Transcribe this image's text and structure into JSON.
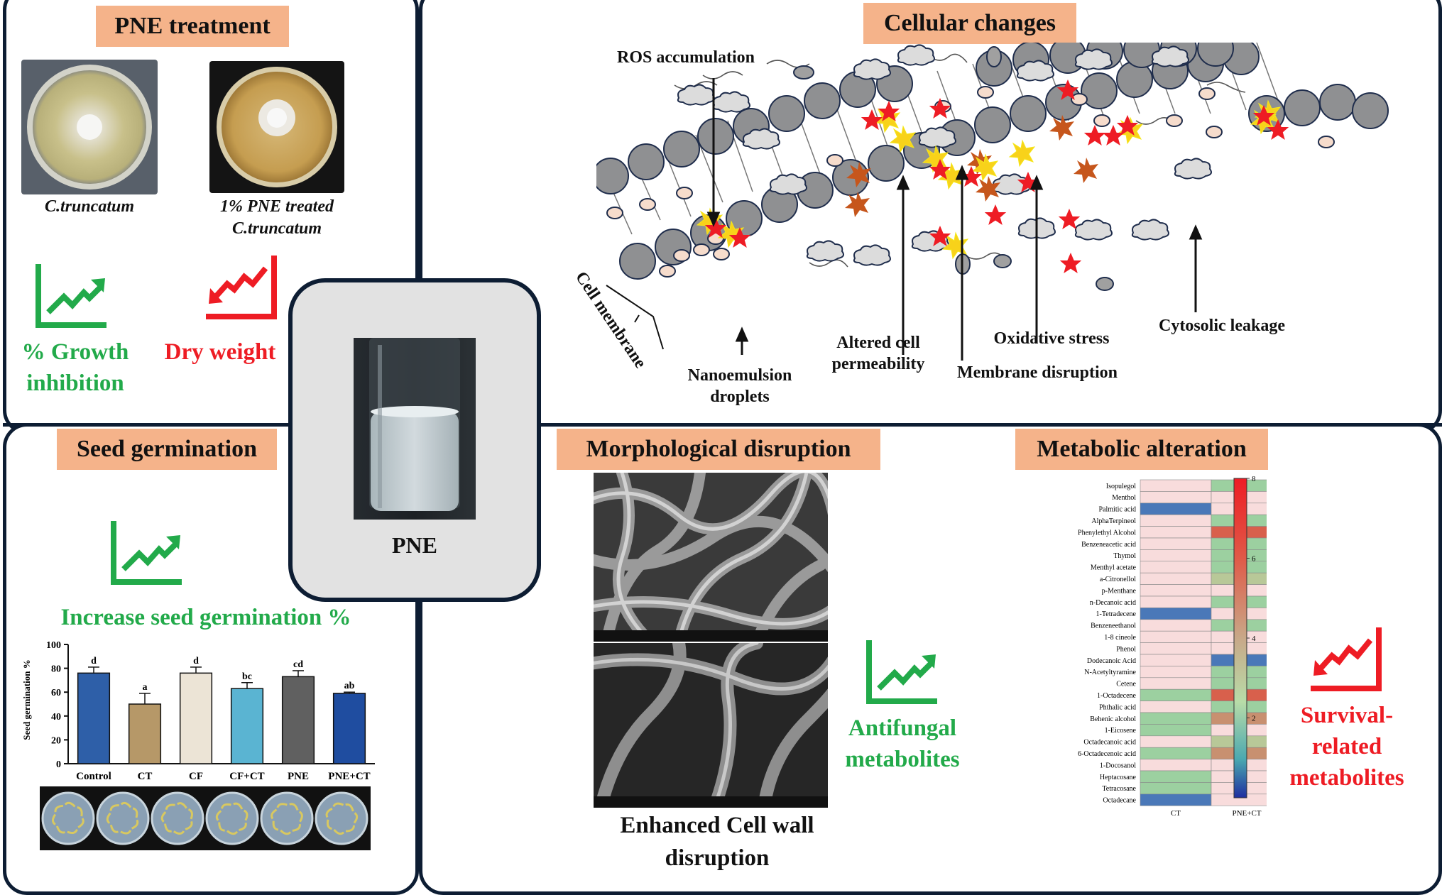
{
  "pne_treatment": {
    "title": "PNE treatment",
    "image_captions": [
      "C.truncatum",
      "1% PNE treated C.truncatum"
    ],
    "indicators": [
      {
        "label": "% Growth inhibition",
        "trend": "up",
        "color": "#22aa4a"
      },
      {
        "label": "Dry weight",
        "trend": "down",
        "color": "#ee1c24"
      }
    ]
  },
  "center": {
    "label": "PNE"
  },
  "cellular_changes": {
    "title": "Cellular changes",
    "annotations": {
      "ros": "ROS accumulation",
      "cell_membrane": "Cell membrane",
      "nanoemulsion": "Nanoemulsion droplets",
      "permeability": "Altered cell permeability",
      "membrane_disruption": "Membrane disruption",
      "oxidative": "Oxidative stress",
      "leakage": "Cytosolic leakage"
    }
  },
  "seed_germination": {
    "title": "Seed germination",
    "indicator": "Increase seed germination %",
    "chart_data": {
      "type": "bar",
      "categories": [
        "Control",
        "CT",
        "CF",
        "CF+CT",
        "PNE",
        "PNE+CT"
      ],
      "values": [
        76,
        50,
        76,
        63,
        73,
        59
      ],
      "errors": [
        5,
        9,
        5,
        5,
        5,
        1
      ],
      "letters": [
        "d",
        "a",
        "d",
        "bc",
        "cd",
        "ab"
      ],
      "colors": [
        "#2e5fa8",
        "#b69868",
        "#ece4d6",
        "#5ab4d2",
        "#606060",
        "#1f4da0"
      ],
      "ylabel": "Seed germination %",
      "ylim": [
        0,
        100
      ],
      "yticks": [
        0,
        20,
        40,
        60,
        80,
        100
      ]
    }
  },
  "morphological": {
    "title": "Morphological disruption",
    "caption": "Enhanced Cell wall disruption"
  },
  "metabolic": {
    "title": "Metabolic alteration",
    "left_label": "Antifungal metabolites",
    "right_label": "Survival-related metabolites",
    "heatmap": {
      "type": "heatmap",
      "columns": [
        "CT",
        "PNE+CT"
      ],
      "rows": [
        "Isopulegol",
        "Menthol",
        "Palmitic acid",
        "AlphaTerpineol",
        "Phenylethyl Alcohol",
        "Benzeneacetic acid",
        "Thymol",
        "Menthyl acetate",
        "a-Citronellol",
        "p-Menthane",
        "n-Decanoic acid",
        "1-Tetradecene",
        "Benzeneethanol",
        "1-8 cineole",
        "Phenol",
        "Dodecanoic Acid",
        "N-Acetyltyramine",
        "Cetene",
        "1-Octadecene",
        "Phthalic acid",
        "Behenic alcohol",
        "1-Eicosene",
        "Octadecanoic acid",
        "6-Octadecenoic acid",
        "1-Docosanol",
        "Heptacosane",
        "Tetracosane",
        "Octadecane"
      ],
      "values": [
        [
          4,
          2.4
        ],
        [
          4,
          4
        ],
        [
          1,
          4
        ],
        [
          4,
          2.4
        ],
        [
          4,
          6.5
        ],
        [
          4,
          2.4
        ],
        [
          4,
          2.4
        ],
        [
          4,
          2.4
        ],
        [
          4,
          3
        ],
        [
          4,
          4
        ],
        [
          4,
          2.4
        ],
        [
          1,
          4
        ],
        [
          4,
          2.4
        ],
        [
          4,
          4
        ],
        [
          4,
          4
        ],
        [
          4,
          1.3
        ],
        [
          4,
          2
        ],
        [
          4,
          2.4
        ],
        [
          2.4,
          5.8
        ],
        [
          4,
          2.4
        ],
        [
          2.4,
          5
        ],
        [
          2.4,
          4
        ],
        [
          4,
          3.3
        ],
        [
          1.5,
          5
        ],
        [
          4,
          4
        ],
        [
          2.4,
          4
        ],
        [
          2.4,
          4
        ],
        [
          0.5,
          4
        ]
      ],
      "scale": {
        "min": 0,
        "max": 8,
        "ticks": [
          2,
          4,
          6,
          8
        ]
      }
    }
  }
}
